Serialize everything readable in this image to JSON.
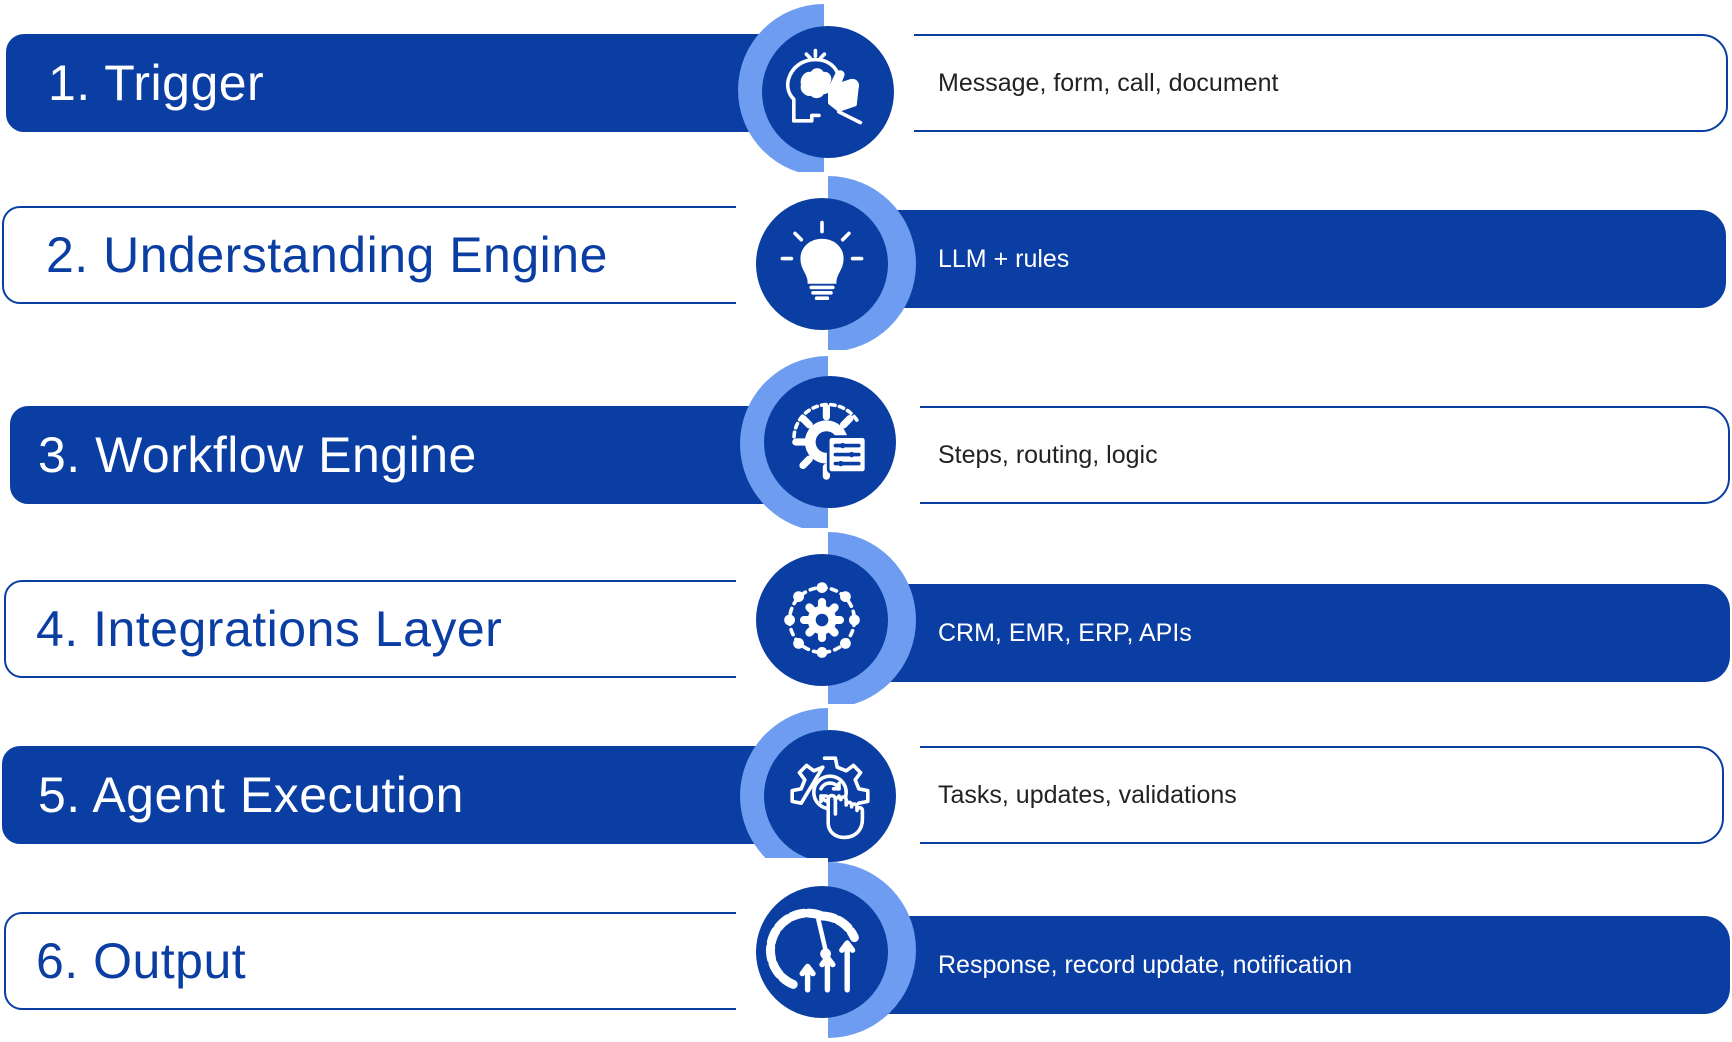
{
  "steps": [
    {
      "title": "1. Trigger",
      "description": "Message, form, call, document",
      "icon": "brain-hand-icon"
    },
    {
      "title": "2. Understanding Engine",
      "description": "LLM + rules",
      "icon": "lightbulb-icon"
    },
    {
      "title": "3. Workflow Engine",
      "description": "Steps, routing, logic",
      "icon": "gear-workflow-icon"
    },
    {
      "title": "4. Integrations Layer",
      "description": "CRM, EMR, ERP, APIs",
      "icon": "gear-network-icon"
    },
    {
      "title": "5. Agent Execution",
      "description": "Tasks, updates, validations",
      "icon": "gear-touch-icon"
    },
    {
      "title": "6. Output",
      "description": "Response, record update, notification",
      "icon": "gauge-growth-icon"
    }
  ],
  "colors": {
    "primary": "#0a3ea3",
    "accent": "#6e9cf1",
    "background": "#ffffff"
  }
}
